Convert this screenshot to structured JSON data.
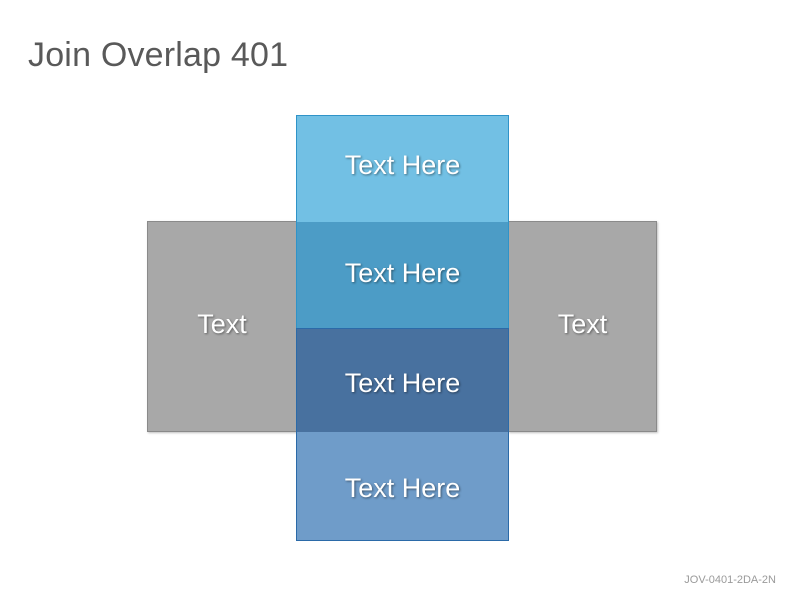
{
  "slide": {
    "title": "Join Overlap 401",
    "footer_code": "JOV-0401-2DA-2N"
  },
  "diagram": {
    "left_box": "Text",
    "right_box": "Text",
    "center_labels": [
      "Text Here",
      "Text Here",
      "Text Here",
      "Text Here"
    ]
  },
  "colors": {
    "gray": "#a8a8a8",
    "light_blue": "#72c0e4",
    "teal_overlap": "#4c9cc6",
    "navy_overlap": "#48719f",
    "mid_blue": "#6f9cc9",
    "title_text": "#595959"
  }
}
